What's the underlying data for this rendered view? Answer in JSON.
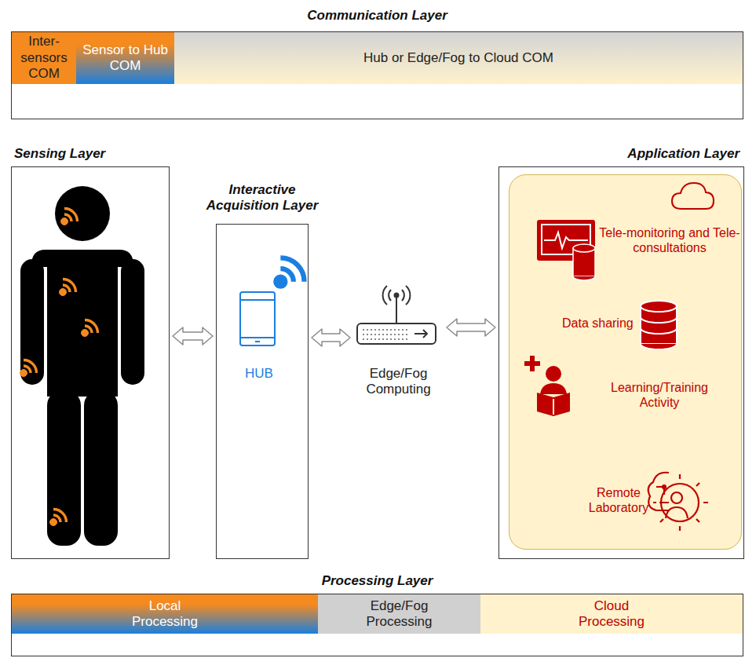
{
  "diagram": {
    "nodes": [
      {
        "text": [
          "Communication Layer"
        ]
      },
      {
        "text": [
          "Inter-sensors COM"
        ],
        "in": 0
      },
      {
        "text": [
          "Sensor to Hub COM"
        ],
        "in": 0
      },
      {
        "text": [
          "Hub or Edge/Fog to Cloud COM"
        ],
        "in": 0
      },
      {
        "text": [
          "Sensing Layer"
        ]
      },
      {
        "text": [
          "Interactive Acquisition Layer",
          "HUB"
        ]
      },
      {
        "text": [
          "Edge/Fog Computing"
        ]
      },
      {
        "text": [
          "Application Layer"
        ]
      },
      {
        "text": [
          "Tele-monitoring and Tele-consultations",
          "Data sharing",
          "Learning/Training Activity",
          "Remote Laboratory"
        ],
        "in": 7
      },
      {
        "text": [
          "Processing Layer"
        ]
      },
      {
        "text": [
          "Local Processing"
        ],
        "in": 9
      },
      {
        "text": [
          "Edge/Fog Processing"
        ],
        "in": 9
      },
      {
        "text": [
          "Cloud Processing"
        ],
        "in": 9
      }
    ],
    "edges": [
      {
        "from": 4,
        "to": 5,
        "arrow": "both"
      },
      {
        "from": 5,
        "to": 6,
        "arrow": "both"
      },
      {
        "from": 6,
        "to": 7,
        "arrow": "both"
      }
    ]
  }
}
